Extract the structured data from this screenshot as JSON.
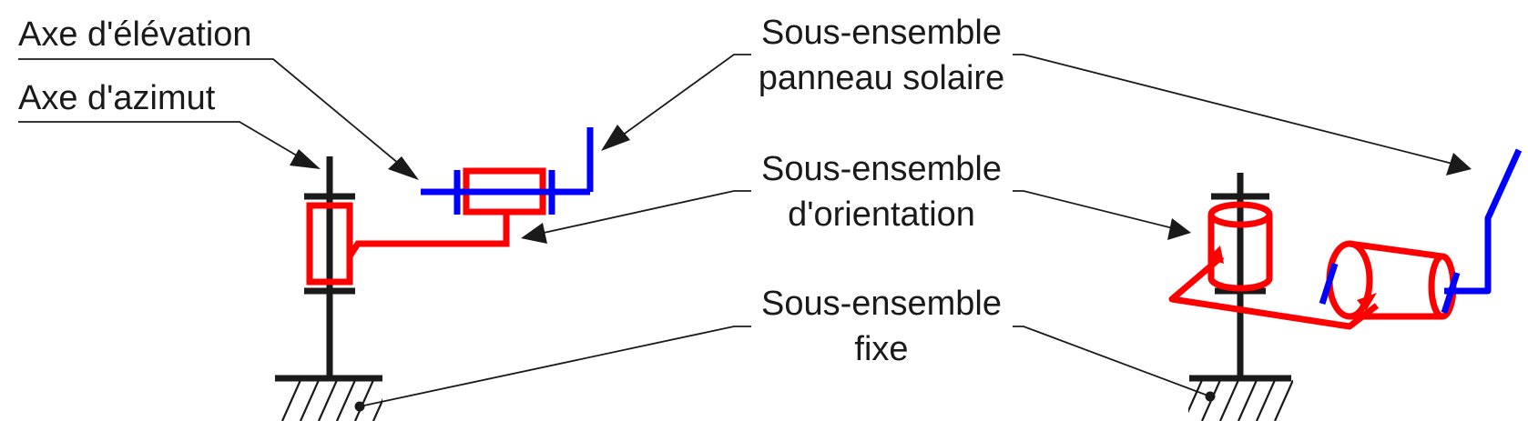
{
  "labels": {
    "elevation_axis": "Axe d'élévation",
    "azimuth_axis": "Axe d'azimut",
    "solar_panel_line1": "Sous-ensemble",
    "solar_panel_line2": "panneau solaire",
    "orientation_line1": "Sous-ensemble",
    "orientation_line2": "d'orientation",
    "fixed_line1": "Sous-ensemble",
    "fixed_line2": "fixe"
  },
  "colors": {
    "fixed": "#1a1a1a",
    "orientation": "#ff0000",
    "solar_panel": "#0000ff"
  }
}
